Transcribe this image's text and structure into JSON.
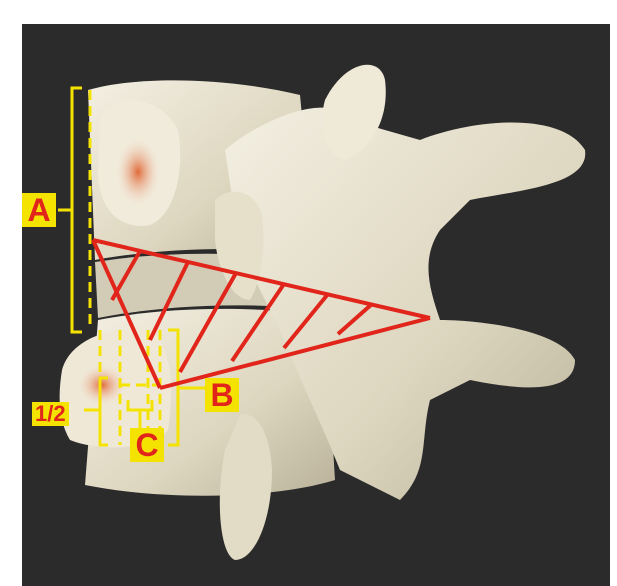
{
  "labels": {
    "a": "A",
    "b": "B",
    "c": "C",
    "half": "1/2"
  },
  "colors": {
    "background": "#2b2b2b",
    "bone": "#e8e2cf",
    "measure_red": "#e1251b",
    "bracket_yellow": "#f4e300",
    "marrow_orange": "#e8743b"
  }
}
